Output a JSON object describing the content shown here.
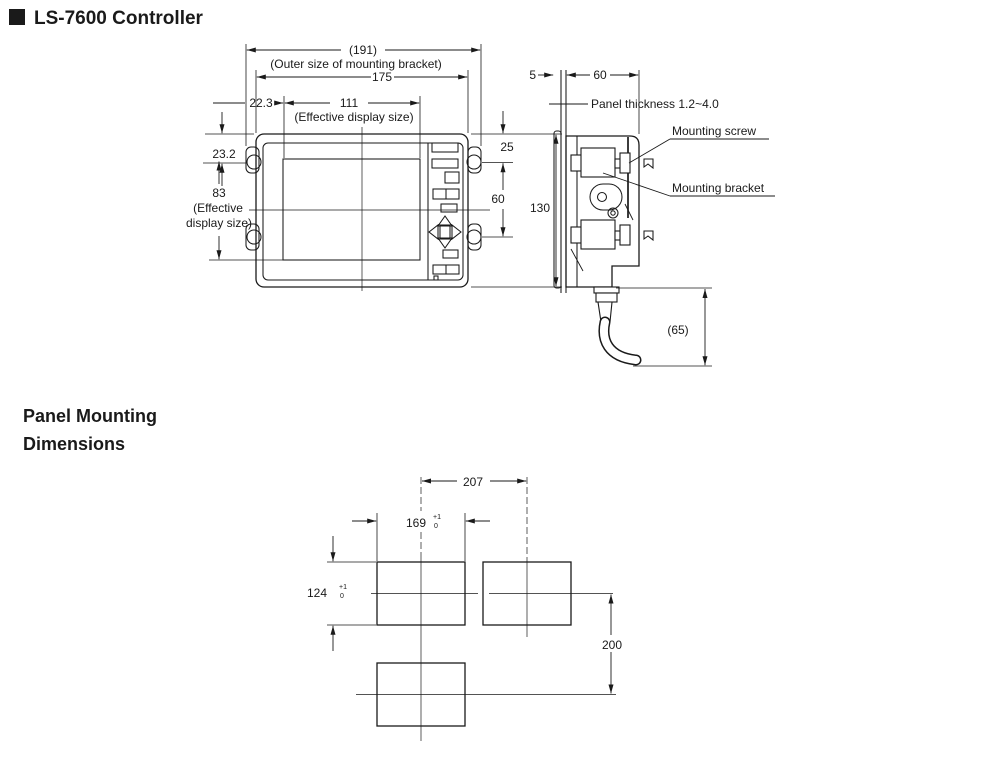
{
  "header": {
    "title": "LS-7600 Controller"
  },
  "front_view": {
    "dims": {
      "outer_width": "(191)",
      "outer_width_note": "(Outer size of mounting bracket)",
      "bezel_width": "175",
      "display_left_offset": "22.3",
      "display_width": "111",
      "display_width_note": "(Effective display size)",
      "display_top_offset": "23.2",
      "display_height": "83",
      "display_height_note_line1": "(Effective",
      "display_height_note_line2": "display size)",
      "clip_top_offset": "25",
      "clip_pitch": "60",
      "body_height": "130"
    }
  },
  "side_view": {
    "dims": {
      "bezel_protrusion": "5",
      "body_depth": "60",
      "cable_bend_clearance": "(65)"
    },
    "labels": {
      "panel_thickness": "Panel thickness 1.2~4.0",
      "mounting_screw": "Mounting screw",
      "mounting_bracket": "Mounting bracket"
    }
  },
  "panel_mounting": {
    "heading_line1": "Panel Mounting",
    "heading_line2": "Dimensions",
    "dims": {
      "cutout_pitch_horizontal": "207",
      "cutout_width": "169",
      "cutout_height": "124",
      "cutout_pitch_vertical": "200",
      "tolerance_upper": "+1",
      "tolerance_lower": "0"
    }
  }
}
